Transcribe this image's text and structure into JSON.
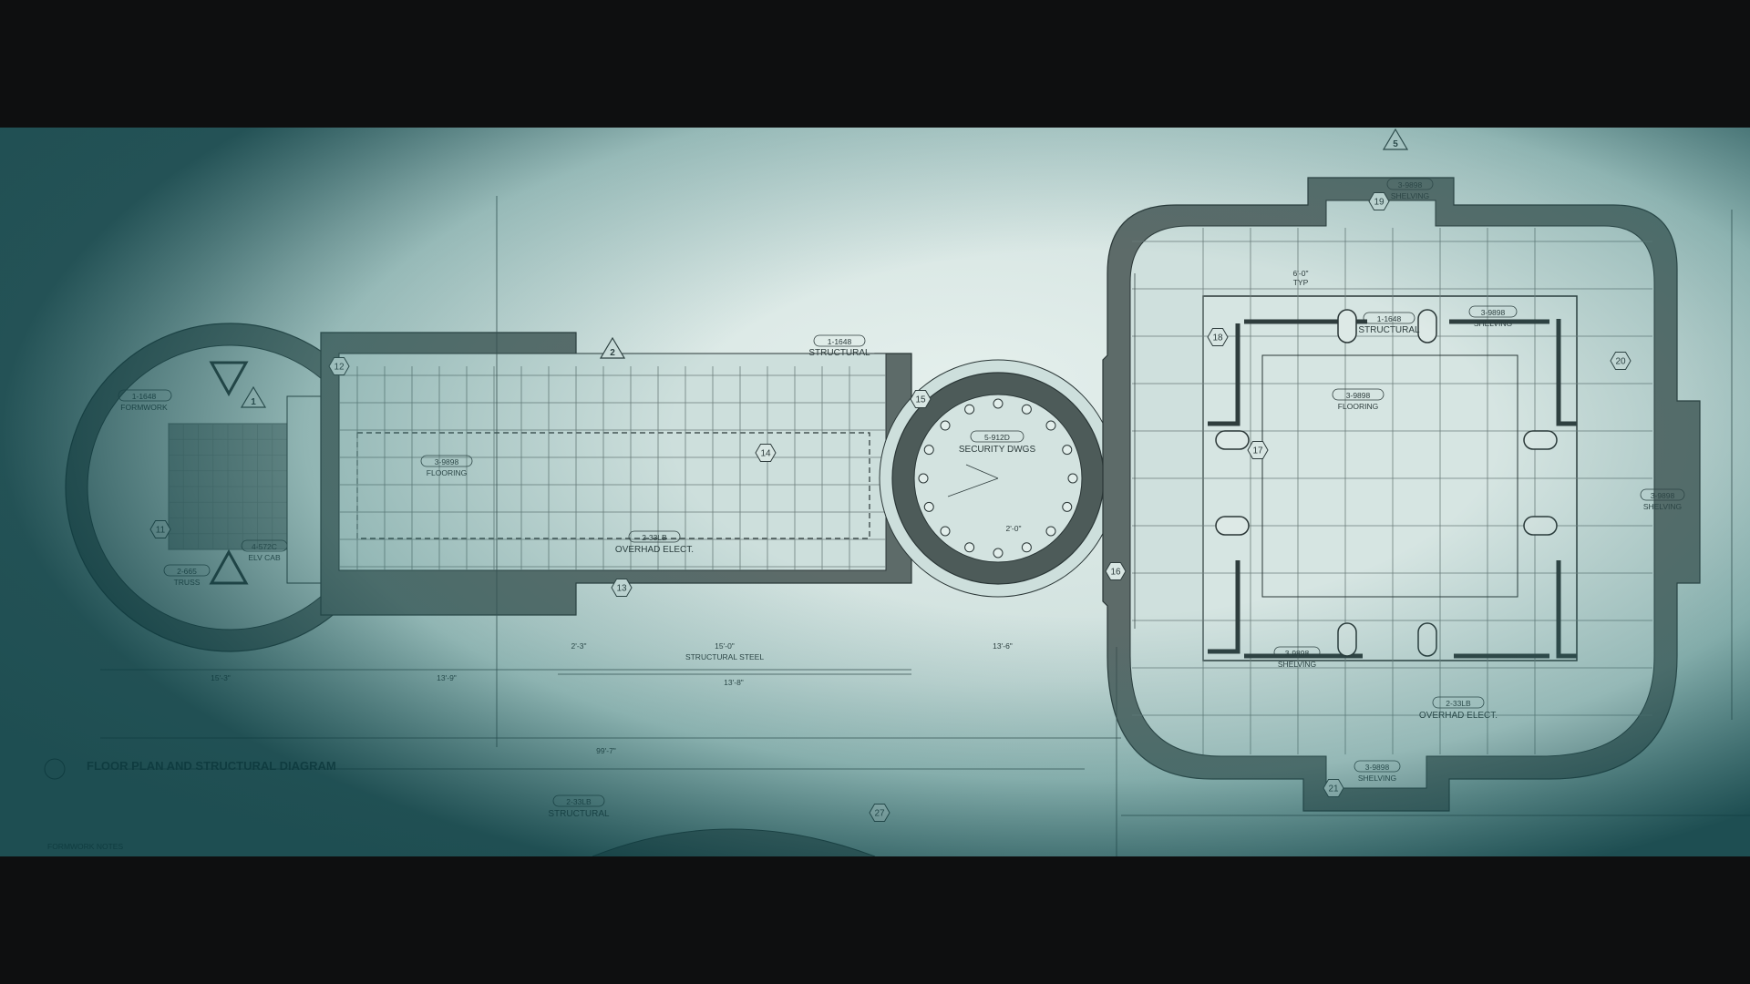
{
  "drawing": {
    "title": "FLOOR PLAN AND STRUCTURAL DIAGRAM",
    "notes_heading": "FORMWORK NOTES",
    "colors": {
      "paper": "#cfe0dd",
      "ink": "#2f3d3d",
      "wall": "#5d6b69",
      "vignette": "#0a3c41"
    },
    "callouts": [
      {
        "id": "c-formwork",
        "code": "1-1648",
        "text": "FORMWORK"
      },
      {
        "id": "c-elev",
        "code": "4-572C",
        "text": "ELV CAB"
      },
      {
        "id": "c-truss",
        "code": "2-665",
        "text": "TRUSS"
      },
      {
        "id": "c-struct-top",
        "code": "1-1648",
        "text": "STRUCTURAL"
      },
      {
        "id": "c-floor-left",
        "code": "3-9898",
        "text": "FLOORING"
      },
      {
        "id": "c-elect-left",
        "code": "2-33LB",
        "text": "OVERHAD ELECT."
      },
      {
        "id": "c-security",
        "code": "5-912D",
        "text": "SECURITY DWGS"
      },
      {
        "id": "c-shelving-top",
        "code": "3-9898",
        "text": "SHELVING"
      },
      {
        "id": "c-struct-right",
        "code": "1-1648",
        "text": "STRUCTURAL"
      },
      {
        "id": "c-shelving-right",
        "code": "3-9898",
        "text": "SHELVING"
      },
      {
        "id": "c-floor-right",
        "code": "3-9898",
        "text": "FLOORING"
      },
      {
        "id": "c-shelving-far",
        "code": "3-9898",
        "text": "SHELVING"
      },
      {
        "id": "c-shelving-low",
        "code": "3-9898",
        "text": "SHELVING"
      },
      {
        "id": "c-elect-right",
        "code": "2-33LB",
        "text": "OVERHAD ELECT."
      },
      {
        "id": "c-shelving-bottom",
        "code": "3-9898",
        "text": "SHELVING"
      },
      {
        "id": "c-struct-bottom",
        "code": "2-33LB",
        "text": "STRUCTURAL"
      }
    ],
    "hex_markers": [
      "11",
      "12",
      "13",
      "14",
      "15",
      "16",
      "17",
      "18",
      "19",
      "20",
      "21",
      "27"
    ],
    "triangle_markers": [
      "1",
      "2",
      "5"
    ],
    "dimensions": [
      "15'-3\"",
      "13'-9\"",
      "13'-6\"",
      "15'-0\"",
      "13'-8\"",
      "2'-3\"",
      "99'-7\"",
      "STRUCTURAL STEEL",
      "6'-0\"",
      "TYP",
      "2'-0\""
    ]
  }
}
